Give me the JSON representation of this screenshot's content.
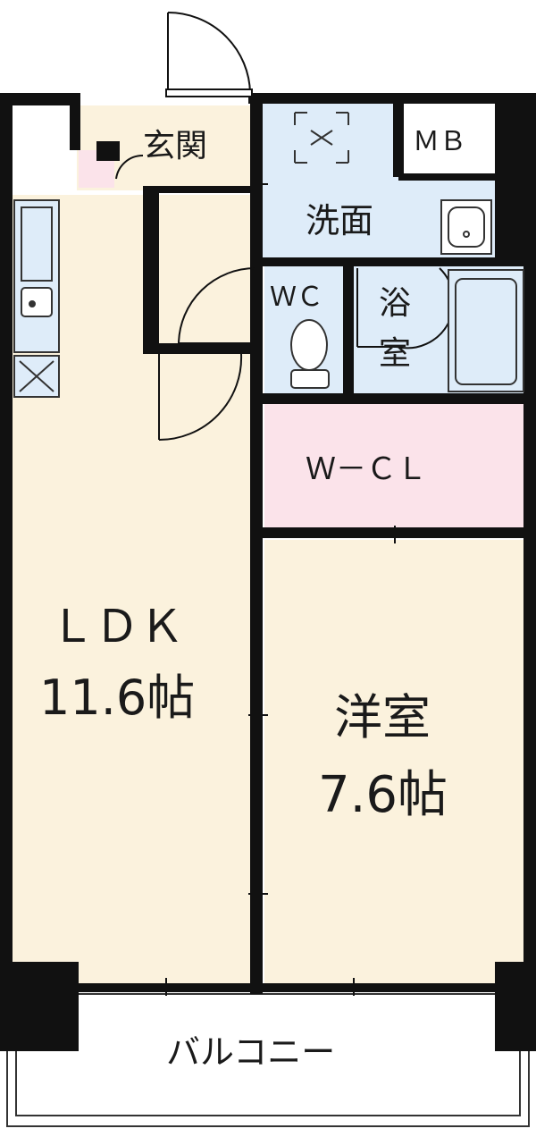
{
  "colors": {
    "wall": "#111111",
    "living": "#fbf2dd",
    "wet_area": "#deecf9",
    "closet": "#fbe3ea",
    "balcony": "#ffffff",
    "fixture_line": "#333333"
  },
  "icons": [
    "door-swing-icon",
    "sink-icon",
    "toilet-icon",
    "bathtub-icon",
    "washing-machine-icon",
    "kitchen-counter-icon",
    "refrigerator-icon"
  ],
  "rooms": {
    "genkan": "玄関",
    "mb": "ＭＢ",
    "senmen": "洗面",
    "wc": "ＷＣ",
    "yokushitsu_1": "浴",
    "yokushitsu_2": "室",
    "wcl": "Ｗ－ＣＬ",
    "ldk_name": "ＬＤＫ",
    "ldk_size": "11.6帖",
    "yoshitsu_name": "洋室",
    "yoshitsu_size": "7.6帖",
    "balcony": "バルコニー"
  }
}
